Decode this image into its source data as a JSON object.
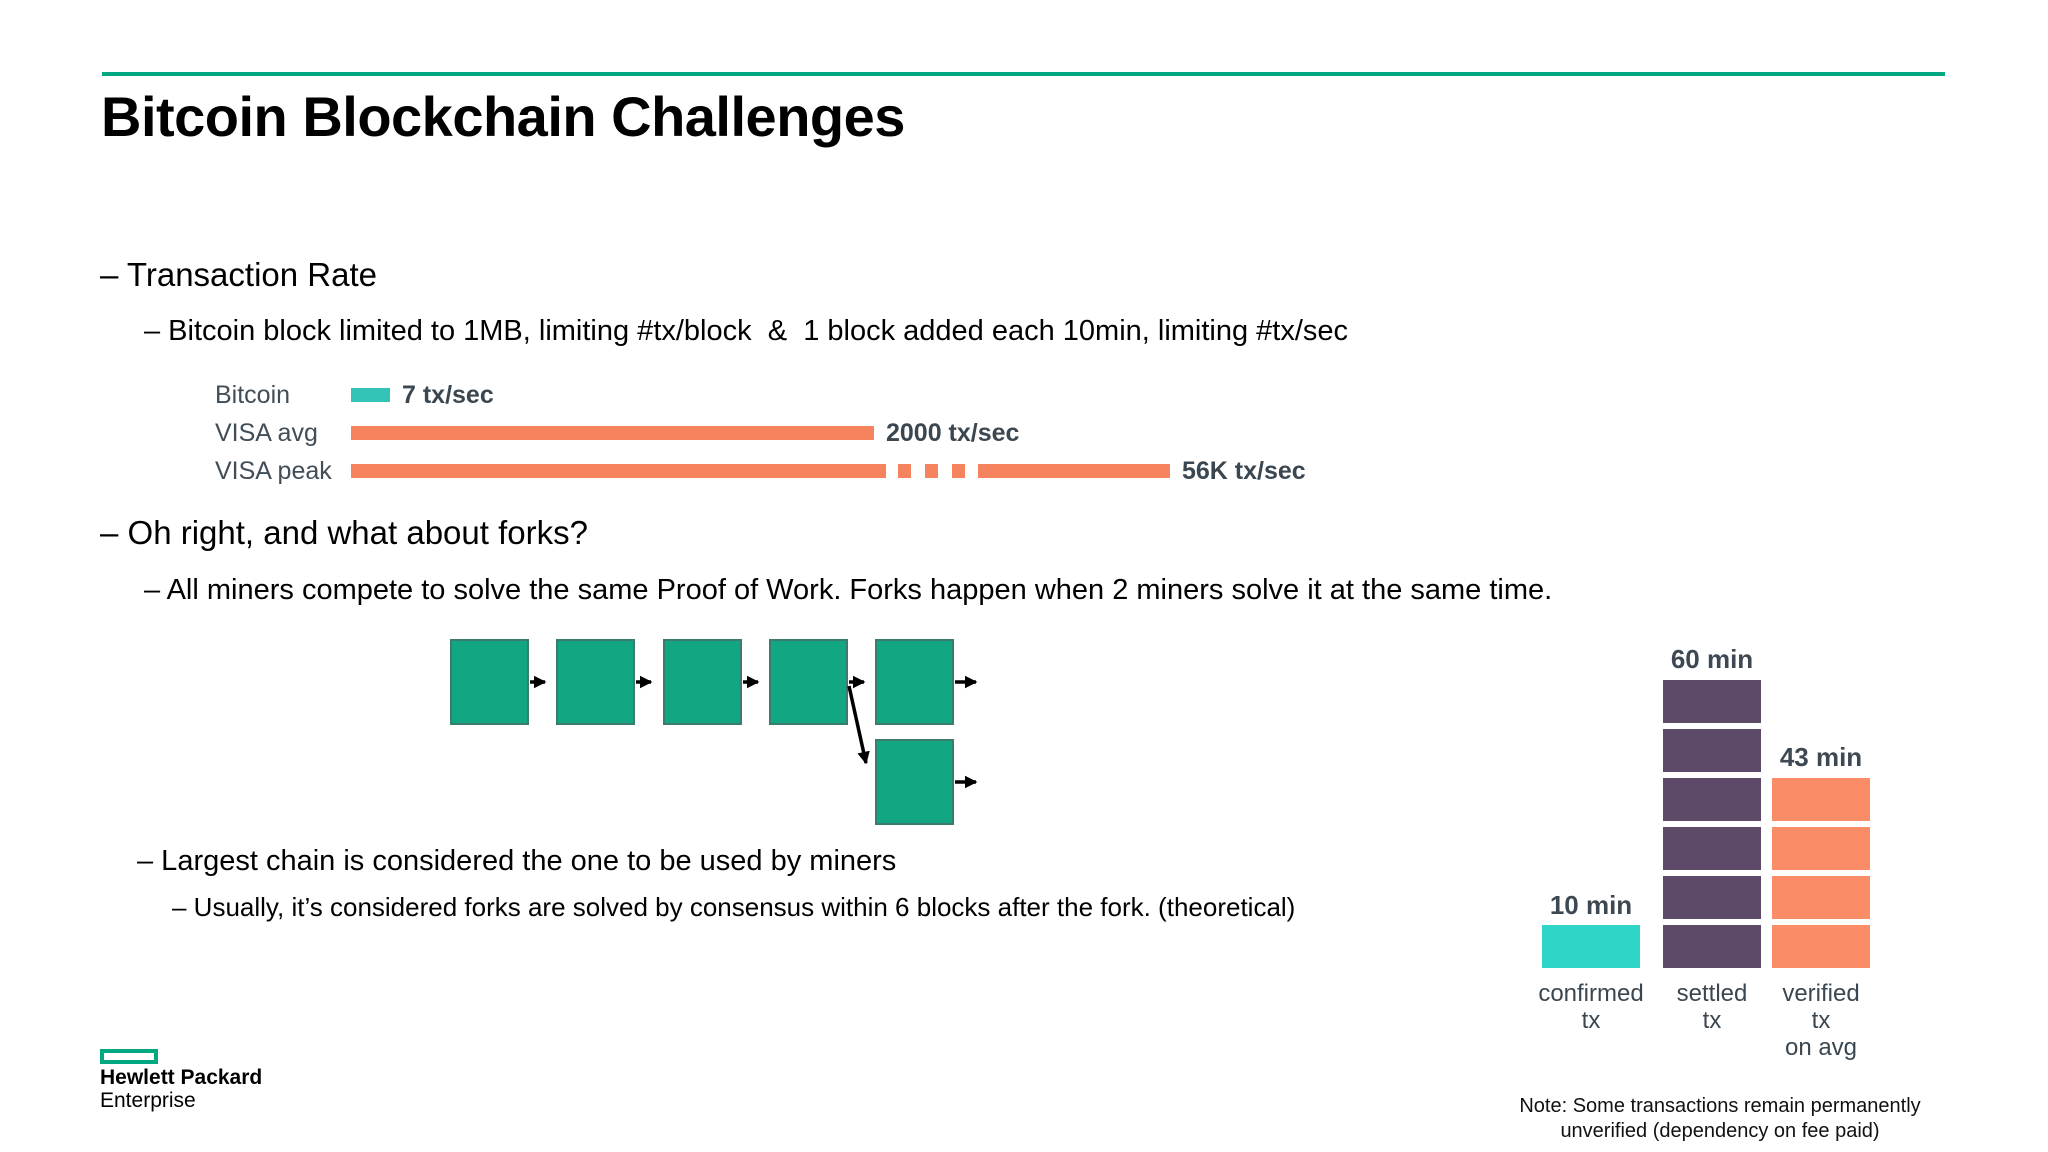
{
  "title": "Bitcoin Blockchain Challenges",
  "accent_color": "#01a982",
  "bullets": {
    "l1a": "– Transaction Rate",
    "l2a": "– Bitcoin block limited to 1MB, limiting #tx/block  &  1 block added each 10min, limiting #tx/sec",
    "l1b": "– Oh right, and what about forks?",
    "l2b": "– All miners compete to solve the same Proof of Work. Forks happen when 2 miners solve it at the same time.",
    "l2c": "– Largest chain is considered the one to be used by miners",
    "l3a": "– Usually, it’s considered forks are solved by consensus within 6 blocks after the fork. (theoretical)"
  },
  "tx_chart": {
    "rows": [
      {
        "label": "Bitcoin",
        "value_label": "7 tx/sec"
      },
      {
        "label": "VISA avg",
        "value_label": "2000 tx/sec"
      },
      {
        "label": "VISA peak",
        "value_label": "56K tx/sec"
      }
    ]
  },
  "time_chart": {
    "columns": [
      {
        "time_label": "10 min",
        "blocks": 1,
        "color": "#2fd5c6",
        "axis_label_lines": [
          "confirmed",
          "tx"
        ]
      },
      {
        "time_label": "60 min",
        "blocks": 6,
        "color": "#5d4a68",
        "axis_label_lines": [
          "settled",
          "tx"
        ]
      },
      {
        "time_label": "43 min",
        "blocks": 4,
        "color": "#fa8d68",
        "axis_label_lines": [
          "verified",
          "tx",
          "on avg"
        ]
      }
    ]
  },
  "chart_data": [
    {
      "id": "transaction-rate",
      "type": "bar",
      "orientation": "horizontal",
      "categories": [
        "Bitcoin",
        "VISA avg",
        "VISA peak"
      ],
      "values_tx_per_sec": [
        7,
        2000,
        56000
      ],
      "value_labels": [
        "7 tx/sec",
        "2000 tx/sec",
        "56K tx/sec"
      ],
      "bar_colors": [
        "#34c4b7",
        "#f5845e",
        "#f5845e"
      ],
      "axis_break": "VISA peak bar drawn with a dashed break segment (not to scale)"
    },
    {
      "id": "confirmation-time",
      "type": "bar",
      "unit": "min",
      "categories": [
        "confirmed tx",
        "settled tx",
        "verified tx on avg"
      ],
      "values": [
        10,
        60,
        43
      ],
      "value_labels": [
        "10 min",
        "60 min",
        "43 min"
      ],
      "blocks_per_bar": [
        1,
        6,
        4
      ],
      "bar_colors": [
        "#2fd5c6",
        "#5d4a68",
        "#fa8d68"
      ],
      "legend_position": "none",
      "grid": false
    }
  ],
  "diagram": {
    "description": "Blockchain fork diagram: 5 chained blocks, 4th block links to two competing next blocks",
    "main_chain_blocks": 5,
    "fork_blocks": 1,
    "block_color": "#13a683"
  },
  "footer": {
    "logo_line1": "Hewlett Packard",
    "logo_line2": "Enterprise"
  },
  "note": {
    "line1": "Note: Some transactions remain permanently",
    "line2": "unverified (dependency on fee paid)"
  }
}
